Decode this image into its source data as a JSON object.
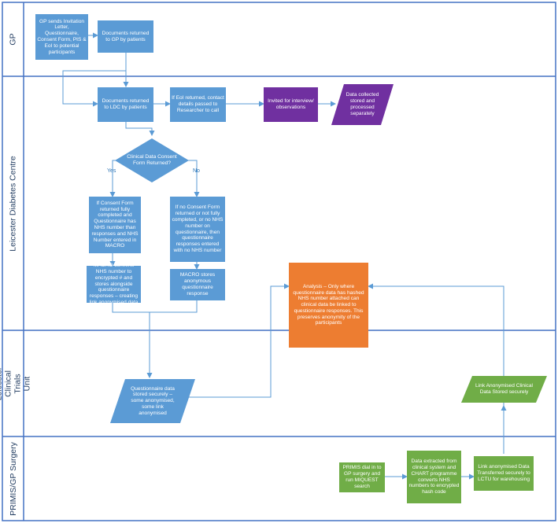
{
  "lanes": [
    {
      "id": "gp",
      "label": "GP"
    },
    {
      "id": "ldc",
      "label": "Leicester Diabetes Centre"
    },
    {
      "id": "lctu",
      "label": "Leicester Clinical Trials Unit"
    },
    {
      "id": "primis",
      "label": "PRIMIS/GP Surgery"
    }
  ],
  "nodes": {
    "gp_sends": "GP sends Invitation Letter, Questionnaire, Consent Form, PIS & EoI to potential participants",
    "docs_to_gp": "Documents returned to GP by patients",
    "docs_to_ldc": "Documents returned to LDC by patients",
    "eoi_returned": "If EoI returned, contact details passed to Researcher to call",
    "invited": "Invited for interview/ observations",
    "data_collected": "Data collected stored and processed separately",
    "decision": "Clinical Data Consent Form Returned?",
    "consent_yes": "If Consent Form returned fully completed and Questionnaire has NHS number than responses and NHS Number entered in MACRO",
    "consent_no": "If no Consent Form returned or not fully completed, or no NHS number on questionnaire, then questionnaire responses entered with no NHS number",
    "macro_converts": "MACRO converts NHS number to encrypted # and stores alongside questionnaire responses – creating link anonymised data",
    "macro_stores": "MACRO stores anonymous questionnaire response",
    "analysis": "Analysis – Only where questionnaire data has hashed NHS number attached can clinical data be linked to questionnaire responses. This preserves anonymity of the participants",
    "questionnaire_stored": "Questionnaire data stored securely – some anonymised, some link anonymised",
    "link_stored": "Link Anonymised Clinical Data Stored securely",
    "primis_dial": "PRIMIS dial in to GP surgery and run MIQUEST search",
    "data_extracted": "Data extracted from clinical system and CHART programme converts NHS numbers to encrypted hash code",
    "link_transferred": "Link anonymised Data Transferred securely to LCTU for warehousing"
  },
  "edge_labels": {
    "yes": "Yes",
    "no": "No"
  },
  "colors": {
    "blue": "#5b9bd5",
    "orange": "#ed7d31",
    "purple": "#7030a0",
    "green": "#70ad47",
    "line": "#5b9bd5",
    "lane_border": "#4472c4"
  }
}
